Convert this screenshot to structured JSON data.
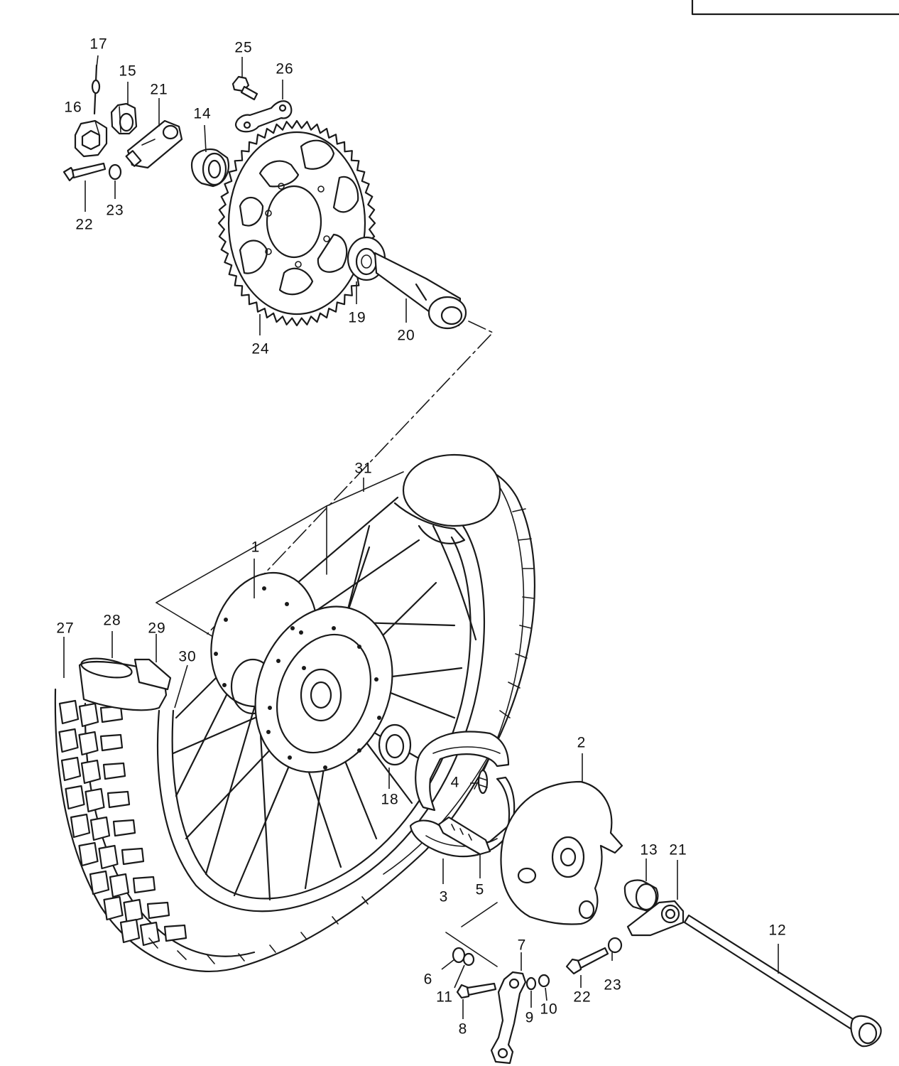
{
  "callouts": [
    {
      "key": "c17",
      "label": "17"
    },
    {
      "key": "c15",
      "label": "15"
    },
    {
      "key": "c21a",
      "label": "21"
    },
    {
      "key": "c16",
      "label": "16"
    },
    {
      "key": "c14",
      "label": "14"
    },
    {
      "key": "c25",
      "label": "25"
    },
    {
      "key": "c26",
      "label": "26"
    },
    {
      "key": "c22a",
      "label": "22"
    },
    {
      "key": "c23a",
      "label": "23"
    },
    {
      "key": "c19",
      "label": "19"
    },
    {
      "key": "c20",
      "label": "20"
    },
    {
      "key": "c24",
      "label": "24"
    },
    {
      "key": "c31",
      "label": "31"
    },
    {
      "key": "c1",
      "label": "1"
    },
    {
      "key": "c27",
      "label": "27"
    },
    {
      "key": "c28",
      "label": "28"
    },
    {
      "key": "c29",
      "label": "29"
    },
    {
      "key": "c30",
      "label": "30"
    },
    {
      "key": "c2",
      "label": "2"
    },
    {
      "key": "c4",
      "label": "4"
    },
    {
      "key": "c18",
      "label": "18"
    },
    {
      "key": "c3",
      "label": "3"
    },
    {
      "key": "c5",
      "label": "5"
    },
    {
      "key": "c13",
      "label": "13"
    },
    {
      "key": "c21b",
      "label": "21"
    },
    {
      "key": "c12",
      "label": "12"
    },
    {
      "key": "c7",
      "label": "7"
    },
    {
      "key": "c6",
      "label": "6"
    },
    {
      "key": "c11",
      "label": "11"
    },
    {
      "key": "c9",
      "label": "9"
    },
    {
      "key": "c10",
      "label": "10"
    },
    {
      "key": "c22b",
      "label": "22"
    },
    {
      "key": "c23b",
      "label": "23"
    },
    {
      "key": "c8",
      "label": "8"
    }
  ]
}
